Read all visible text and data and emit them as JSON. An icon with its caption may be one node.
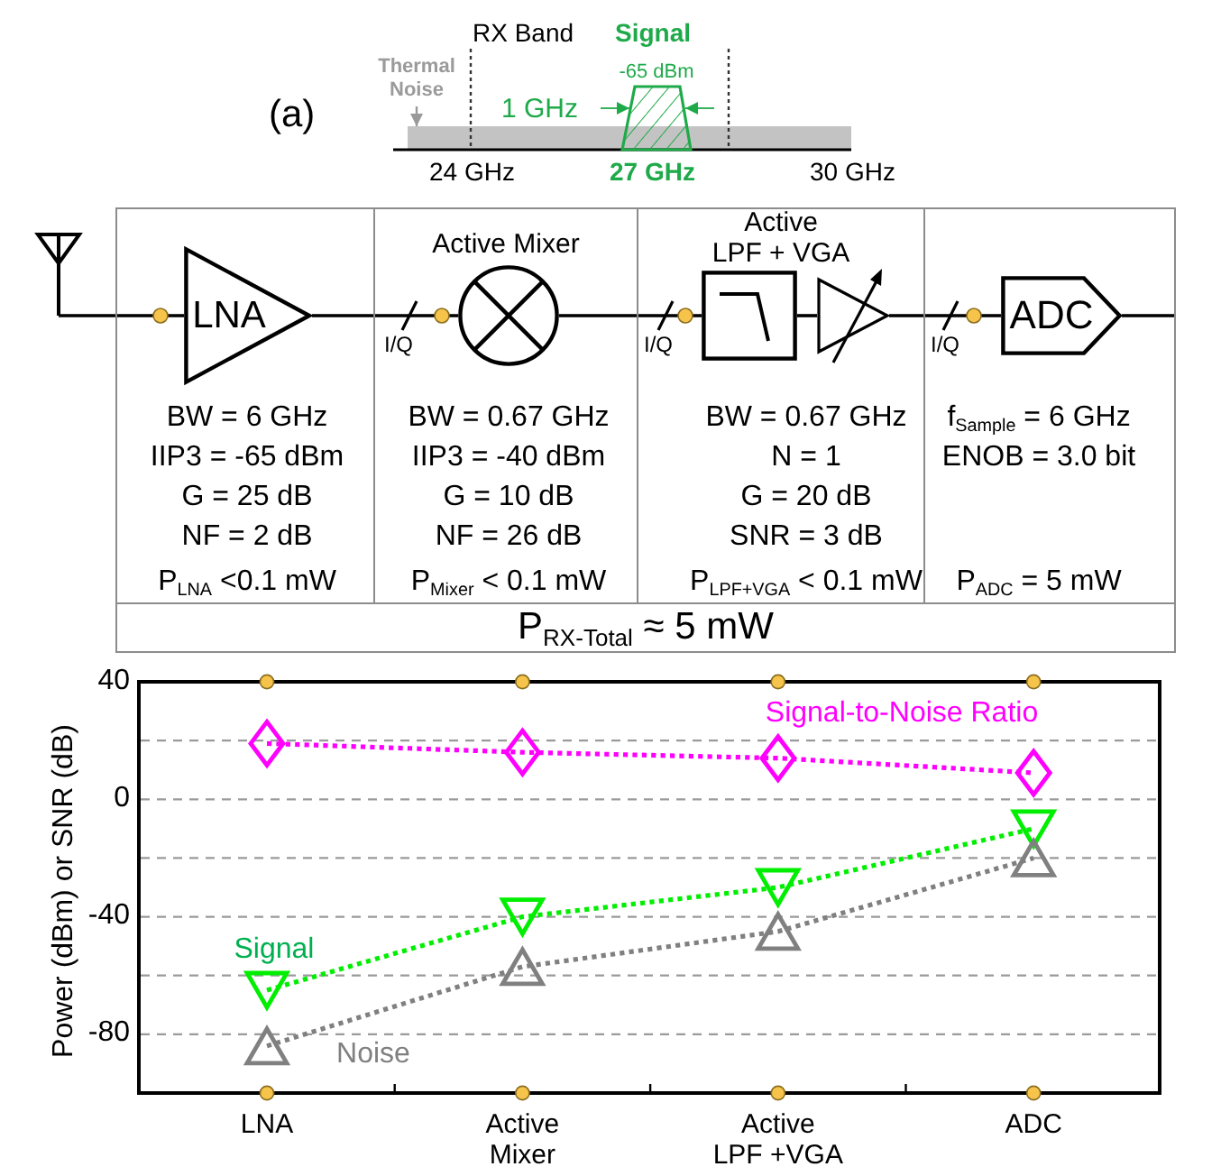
{
  "diagram": {
    "nodes": [
      {
        "text": [
          "Thermal Noise"
        ]
      },
      {
        "text": [],
        "shape": "bar"
      },
      {
        "text": [],
        "shape": "picture"
      },
      {
        "text": [
          "BW = 6 GHz",
          "IIP3 = -65 dBm",
          "G = 25 dB",
          "NF = 2 dB",
          "P$_{LNA}$ <0.1 mW"
        ]
      },
      {
        "text": [
          "LNA"
        ],
        "in": 3
      },
      {
        "text": [
          "Active Mixer",
          "BW = 0.67 GHz",
          "IIP3 = -40 dBm",
          "G = 10 dB",
          "NF = 26 dB",
          "P$_{Mixer}$ < 0.1 mW"
        ]
      },
      {
        "text": [],
        "shape": "circle",
        "in": 5
      },
      {
        "text": [
          "Active LPF + VGA",
          "BW = 0.67 GHz",
          "N = 1",
          "G = 20 dB",
          "SNR = 3 dB",
          "P$_{LPF+VGA}$ < 0.1 mW"
        ]
      },
      {
        "text": [],
        "shape": "box",
        "in": 7
      },
      {
        "text": [],
        "shape": "triangle",
        "in": 7
      },
      {
        "text": [
          "f$_{Sample}$ = 6 GHz",
          "ENOB = 3.0 bit",
          "P$_{ADC}$ = 5 mW"
        ]
      },
      {
        "text": [
          "ADC"
        ],
        "in": 10
      },
      {
        "text": [
          "P$_{RX-Total}$ ≈ 5 mW"
        ]
      }
    ],
    "edges": [
      {
        "from": 0,
        "to": 1,
        "arrow": "to",
        "color": "#999999"
      },
      {
        "from": 2,
        "to": 4,
        "arrow": "none"
      },
      {
        "from": 4,
        "to": 6,
        "arrow": "none"
      },
      {
        "from": 6,
        "to": 8,
        "arrow": "none"
      },
      {
        "from": 8,
        "to": 9,
        "arrow": "none"
      },
      {
        "from": 9,
        "to": 11,
        "arrow": "none"
      },
      {
        "from": 11,
        "to": null,
        "arrow": "none"
      }
    ],
    "labels": [
      "RX Band",
      "Signal",
      "-65 dBm",
      "(a)",
      "1 GHz",
      "24 GHz",
      "27 GHz",
      "30 GHz",
      "I/Q",
      "I/Q",
      "I/Q"
    ],
    "chart_data": {
      "type": "line",
      "ylabel": "Power (dBm) or SNR (dB)",
      "categories": [
        "LNA",
        "Active Mixer",
        "Active LPF +VGA",
        "ADC"
      ],
      "ylim": [
        -100,
        40
      ],
      "yticks": [
        40,
        0,
        -40,
        -80
      ],
      "grid": true,
      "series": [
        {
          "name": "Signal-to-Noise Ratio",
          "color": "#ff00ff",
          "values": [
            19,
            16,
            14,
            9
          ],
          "line_style": "dotted",
          "marker": "diamond"
        },
        {
          "name": "Signal",
          "color": "#00ee00",
          "values": [
            -65,
            -40,
            -30,
            -10
          ],
          "line_style": "dotted",
          "marker": "triangle_down"
        },
        {
          "name": "Noise",
          "color": "#808080",
          "values": [
            -84,
            -57,
            -45,
            -20
          ],
          "line_style": "dotted",
          "marker": "triangle_up"
        }
      ]
    }
  }
}
